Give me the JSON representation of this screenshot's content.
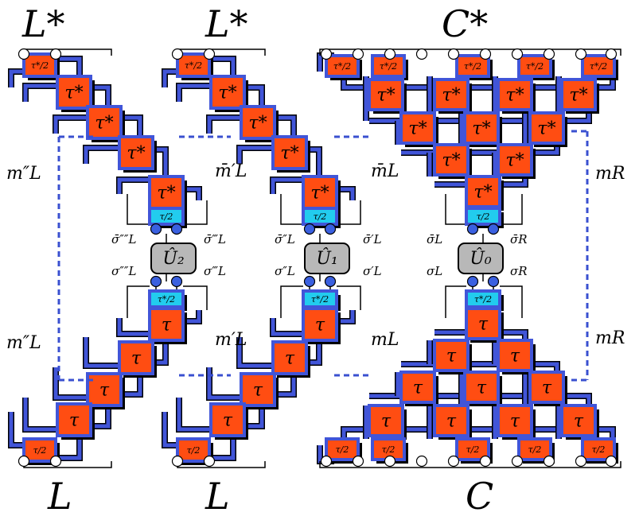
{
  "labels": {
    "top_left_1": "L*",
    "top_left_2": "L*",
    "top_right": "C*",
    "bottom_left_1": "L",
    "bottom_left_2": "L",
    "bottom_right": "C"
  },
  "tensors": {
    "tau_star": "τ*",
    "tau": "τ",
    "tau_star_half": "τ*/2",
    "tau_half": "τ/2"
  },
  "gates": {
    "u2": "Û₂",
    "u1": "Û₁",
    "u0": "Û₀"
  },
  "indices": {
    "sigma_bar_L4": "σ̄″″L",
    "sigma_bar_L3": "σ̄‴L",
    "sigma_L4": "σ″″L",
    "sigma_L3": "σ‴L",
    "sigma_bar_L2": "σ̄″L",
    "sigma_bar_L1": "σ̄′L",
    "sigma_L2": "σ″L",
    "sigma_L1": "σ′L",
    "sigma_bar_L": "σ̄L",
    "sigma_bar_R": "σ̄R",
    "sigma_L": "σL",
    "sigma_R": "σR"
  },
  "bonds": {
    "m_L2_top": "m″L",
    "m_L1_bar": "m̄′L",
    "m_L_bar": "m̄L",
    "m_R_top": "mR",
    "m_L2_bottom": "m″L",
    "m_L1": "m′L",
    "m_L": "mL",
    "m_R_bottom": "mR"
  },
  "colors": {
    "tensor_fill": "#ff4d12",
    "half_fill": "#22ccee",
    "leg_blue": "#4155d8",
    "gate_fill": "#b8b8b8",
    "dash_blue": "#3a50d0"
  }
}
